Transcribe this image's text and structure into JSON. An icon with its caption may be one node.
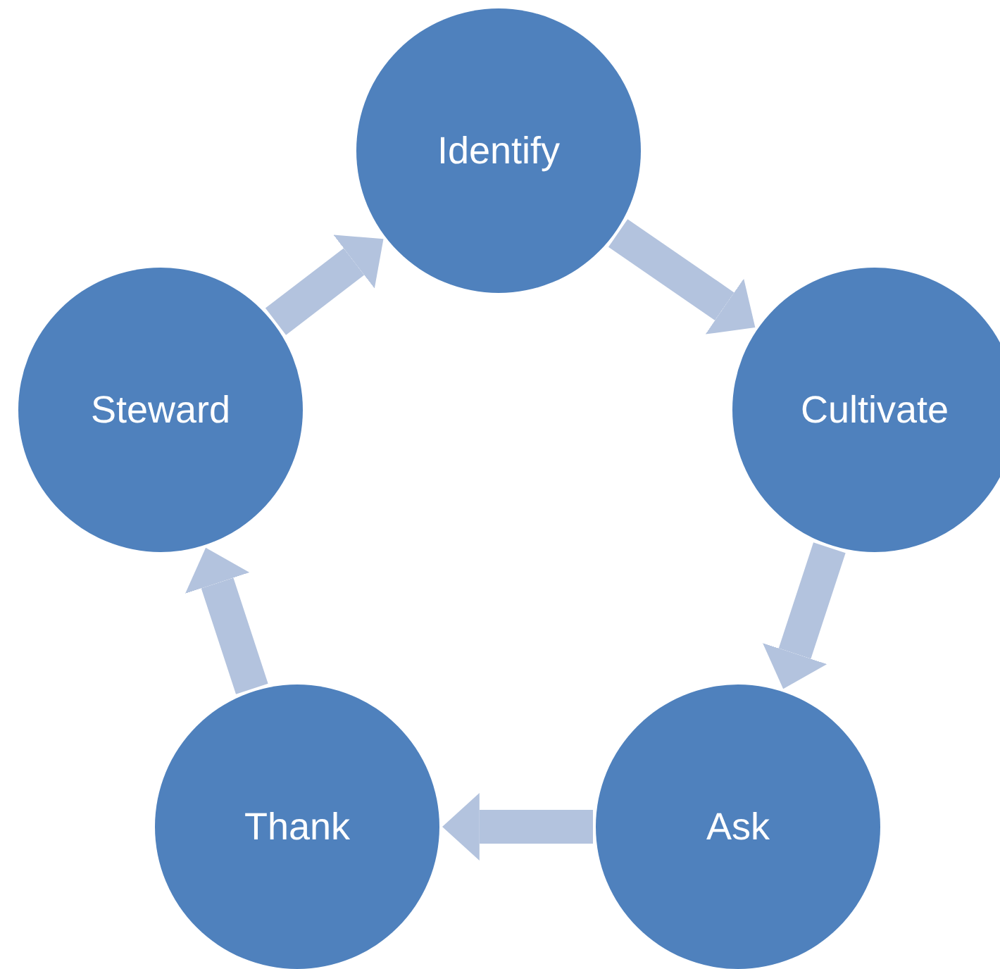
{
  "diagram": {
    "nodes": [
      {
        "text": [
          "Identify"
        ]
      },
      {
        "text": [
          "Cultivate"
        ]
      },
      {
        "text": [
          "Ask"
        ]
      },
      {
        "text": [
          "Thank"
        ]
      },
      {
        "text": [
          "Steward"
        ]
      }
    ],
    "edges": [
      {
        "from": 0,
        "to": 1,
        "arrow": "to"
      },
      {
        "from": 1,
        "to": 2,
        "arrow": "to"
      },
      {
        "from": 2,
        "to": 3,
        "arrow": "to"
      },
      {
        "from": 3,
        "to": 4,
        "arrow": "to"
      },
      {
        "from": 4,
        "to": 0,
        "arrow": "to"
      }
    ]
  }
}
